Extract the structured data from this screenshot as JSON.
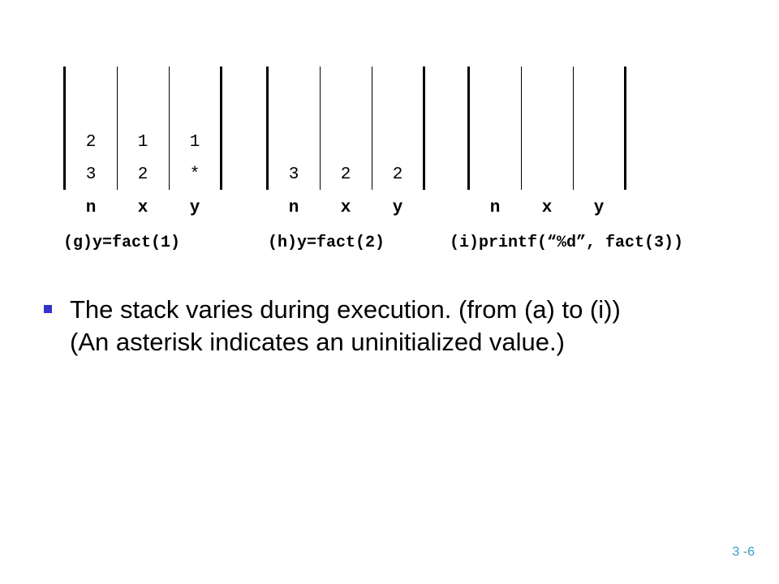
{
  "stacks": [
    {
      "upper": [
        "2",
        "1",
        "1"
      ],
      "lower": [
        "3",
        "2",
        "*"
      ],
      "labels": [
        "n",
        "x",
        "y"
      ],
      "caption": "(g)y=fact(1)"
    },
    {
      "upper": [
        "",
        "",
        ""
      ],
      "lower": [
        "3",
        "2",
        "2"
      ],
      "labels": [
        "n",
        "x",
        "y"
      ],
      "caption": "(h)y=fact(2)"
    },
    {
      "upper": [
        "",
        "",
        ""
      ],
      "lower": [
        "",
        "",
        ""
      ],
      "labels": [
        "n",
        "x",
        "y"
      ],
      "caption": "(i)printf(“%d”, fact(3))"
    }
  ],
  "bullet": {
    "line1": "The stack varies during execution. (from (a) to (i))",
    "line2": "(An asterisk indicates an uninitialized value.)"
  },
  "page_number": "3 -6"
}
